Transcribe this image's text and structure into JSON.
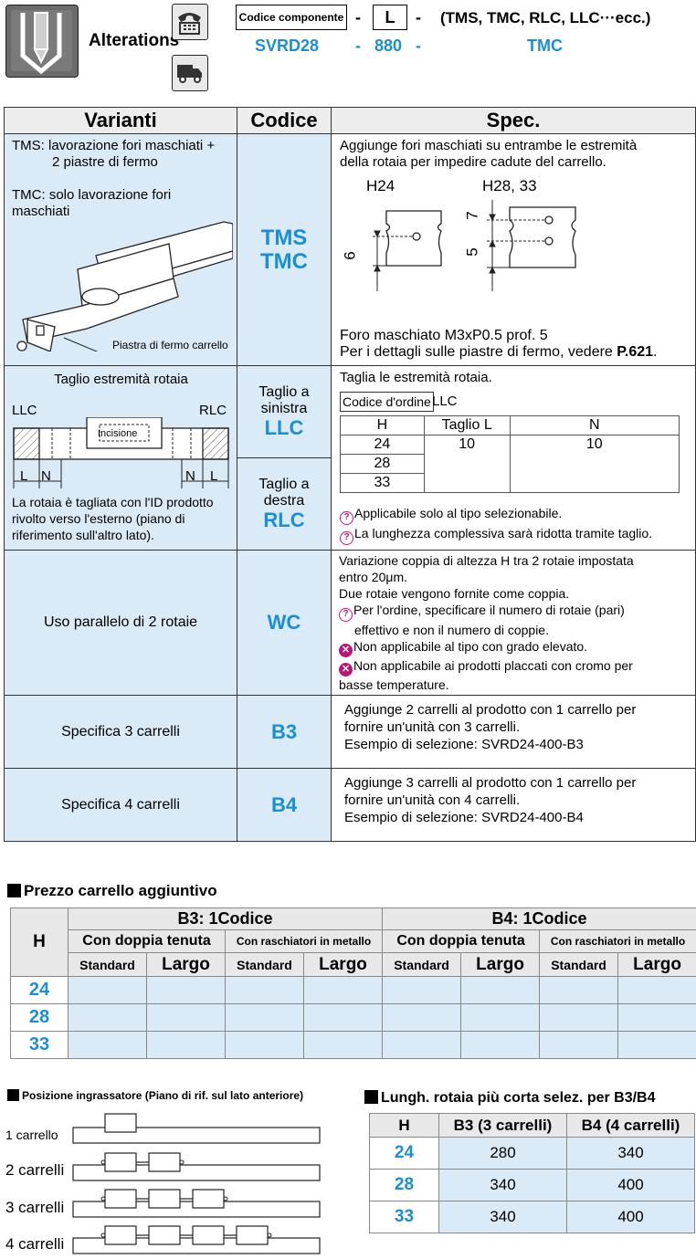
{
  "header": {
    "section_title": "Alterations",
    "code_label": "Codice componente",
    "dash": "-",
    "l_box": "L",
    "options_text": "(TMS, TMC, RLC, LLC···ecc.)",
    "example_code": "SVRD28",
    "example_dash1": "-",
    "example_length": "880",
    "example_dash2": "-",
    "example_option": "TMC",
    "icons": [
      "alterations-icon",
      "phone-fax-icon",
      "delivery-truck-icon"
    ]
  },
  "main_table": {
    "headers": [
      "Varianti",
      "Codice",
      "Spec."
    ],
    "tms": {
      "variant_line1": "TMS: lavorazione fori maschiati +",
      "variant_line2": "2 piastre di fermo",
      "variant_line3": "TMC: solo lavorazione fori",
      "variant_line4": "maschiati",
      "stopper_label": "Piastra di fermo carrello",
      "code1": "TMS",
      "code2": "TMC",
      "spec_line1": "Aggiunge fori maschiati su entrambe le estremità",
      "spec_line2": "della rotaia per impedire cadute del carrello.",
      "fig_left_title": "H24",
      "fig_right_title": "H28, 33",
      "dim6": "6",
      "dim5": "5",
      "dim7": "7",
      "spec_line3": "Foro maschiato M3xP0.5 prof. 5",
      "spec_line4": "Per i dettagli sulle piastre di fermo, vedere ",
      "spec_ref": "P.621",
      "spec_ref_end": "."
    },
    "llc_rlc": {
      "variant_title": "Taglio estremità rotaia",
      "llc_label": "LLC",
      "rlc_label": "RLC",
      "engrave_label": "Incisione",
      "dim_l": "L",
      "dim_n": "N",
      "note_line1": "La rotaia è tagliata con l'ID prodotto",
      "note_line2": "rivolto verso l'esterno (piano di",
      "note_line3": "riferimento sull'altro lato).",
      "llc_code_line1": "Taglio a",
      "llc_code_line2": "sinistra",
      "llc_code": "LLC",
      "rlc_code_line1": "Taglio a",
      "rlc_code_line2": "destra",
      "rlc_code": "RLC",
      "spec_line1": "Taglia le estremità rotaia.",
      "order_code_label": "Codice d'ordine",
      "order_code_value": "LLC",
      "inner_headers": [
        "H",
        "Taglio L",
        "N"
      ],
      "inner_h_values": [
        "24",
        "28",
        "33"
      ],
      "inner_l_value": "10",
      "inner_n_value": "10",
      "note1": "Applicabile solo al tipo selezionabile.",
      "note2": "La lunghezza complessiva sarà ridotta tramite taglio."
    },
    "wc": {
      "variant": "Uso parallelo di 2 rotaie",
      "code": "WC",
      "line1": "Variazione coppia di altezza H tra 2 rotaie impostata",
      "line2": "entro 20μm.",
      "line3": "Due rotaie vengono fornite come coppia.",
      "line4": "Per l'ordine, specificare il numero di rotaie (pari)",
      "line5": "effettivo e non il numero di coppie.",
      "line6": "Non applicabile al tipo con grado elevato.",
      "line7": "Non applicabile ai prodotti placcati con cromo per",
      "line8": "basse temperature."
    },
    "b3": {
      "variant": "Specifica 3 carrelli",
      "code": "B3",
      "line1": "Aggiunge 2 carrelli al prodotto con 1 carrello per",
      "line2": "fornire un'unità con 3 carrelli.",
      "line3": "Esempio di selezione: SVRD24-400-B3"
    },
    "b4": {
      "variant": "Specifica 4 carrelli",
      "code": "B4",
      "line1": "Aggiunge 3 carrelli al prodotto con 1 carrello per",
      "line2": "fornire un'unità con 4 carrelli.",
      "line3": "Esempio di selezione: SVRD24-400-B4"
    }
  },
  "price_table": {
    "title": "Prezzo carrello aggiuntivo",
    "h_label": "H",
    "group1": "B3: 1Codice",
    "group2": "B4: 1Codice",
    "seal1": "Con doppia tenuta",
    "seal2": "Con raschiatori in metallo",
    "standard": "Standard",
    "largo": "Largo",
    "rows": [
      "24",
      "28",
      "33"
    ]
  },
  "grease": {
    "title": "Posizione ingrassatore (Piano di rif. sul lato anteriore)",
    "labels": [
      "1 carrello",
      "2 carrelli",
      "3 carrelli",
      "4 carrelli"
    ]
  },
  "rail_table": {
    "title": "Lungh. rotaia più corta selez. per B3/B4",
    "headers": [
      "H",
      "B3 (3 carrelli)",
      "B4 (4 carrelli)"
    ],
    "rows": [
      {
        "h": "24",
        "b3": "280",
        "b4": "340"
      },
      {
        "h": "28",
        "b3": "340",
        "b4": "400"
      },
      {
        "h": "33",
        "b3": "340",
        "b4": "400"
      }
    ]
  },
  "colors": {
    "accent_blue": "#1a8fd6",
    "cell_blue": "#daeaf6",
    "header_gray": "#ededed",
    "mark_magenta": "#c0137a"
  }
}
